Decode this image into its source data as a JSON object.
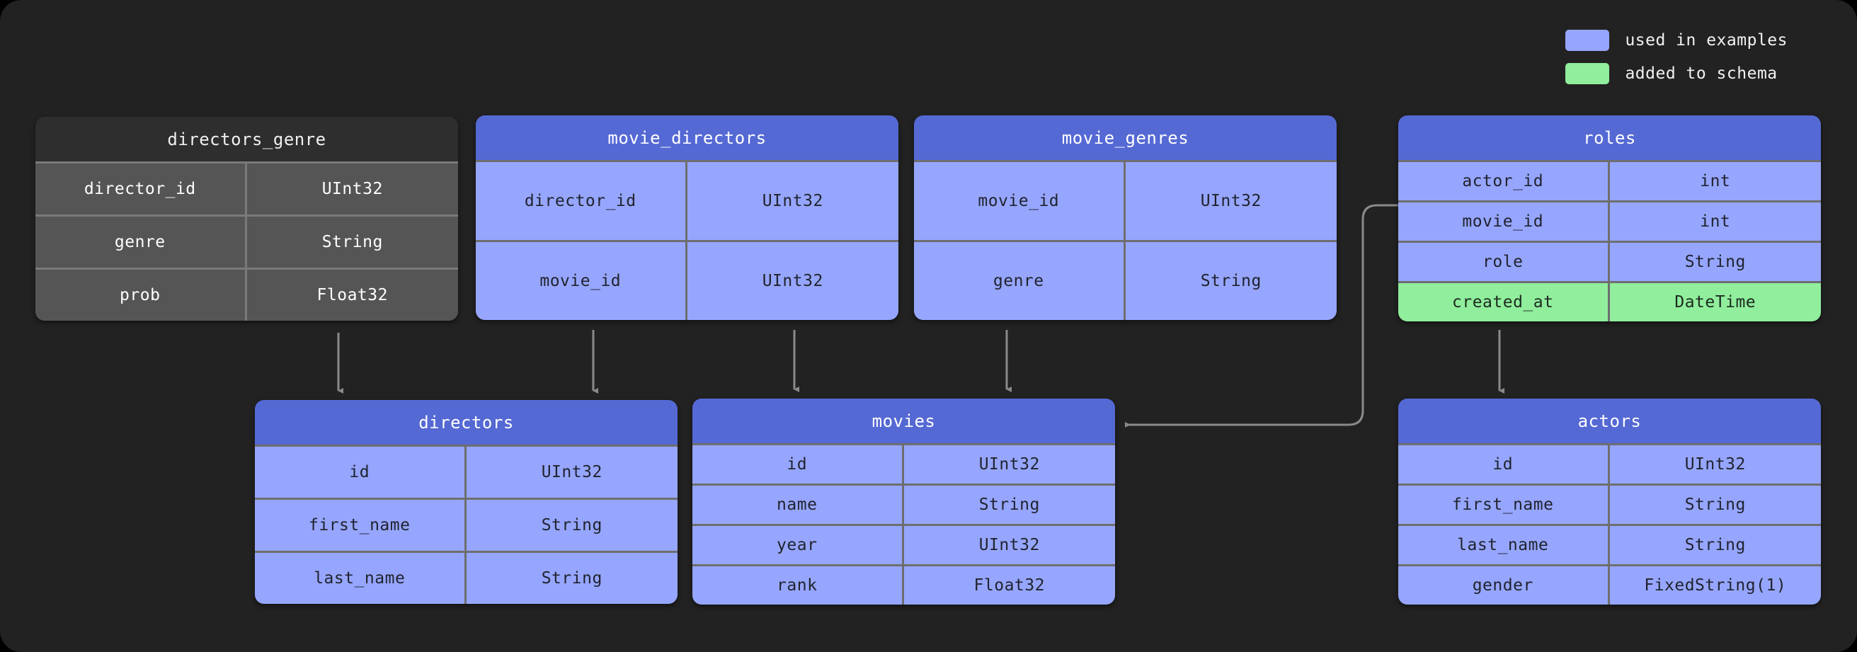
{
  "legend": {
    "items": [
      {
        "label": "used in examples",
        "color": "#96a6fe",
        "swatch_name": "legend-swatch-used-in-examples"
      },
      {
        "label": "added to schema",
        "color": "#90ee9c",
        "swatch_name": "legend-swatch-added-to-schema"
      }
    ]
  },
  "diagram": {
    "type": "database-schema-erd",
    "background": "#222222",
    "tables": [
      {
        "name": "directors_genre",
        "highlight": "none",
        "columns": [
          {
            "name": "director_id",
            "type": "UInt32",
            "highlight": "none"
          },
          {
            "name": "genre",
            "type": "String",
            "highlight": "none"
          },
          {
            "name": "prob",
            "type": "Float32",
            "highlight": "none"
          }
        ]
      },
      {
        "name": "movie_directors",
        "highlight": "used",
        "columns": [
          {
            "name": "director_id",
            "type": "UInt32",
            "highlight": "used"
          },
          {
            "name": "movie_id",
            "type": "UInt32",
            "highlight": "used"
          }
        ]
      },
      {
        "name": "movie_genres",
        "highlight": "used",
        "columns": [
          {
            "name": "movie_id",
            "type": "UInt32",
            "highlight": "used"
          },
          {
            "name": "genre",
            "type": "String",
            "highlight": "used"
          }
        ]
      },
      {
        "name": "roles",
        "highlight": "used",
        "columns": [
          {
            "name": "actor_id",
            "type": "int",
            "highlight": "used"
          },
          {
            "name": "movie_id",
            "type": "int",
            "highlight": "used"
          },
          {
            "name": "role",
            "type": "String",
            "highlight": "used"
          },
          {
            "name": "created_at",
            "type": "DateTime",
            "highlight": "added"
          }
        ]
      },
      {
        "name": "directors",
        "highlight": "used",
        "columns": [
          {
            "name": "id",
            "type": "UInt32",
            "highlight": "used"
          },
          {
            "name": "first_name",
            "type": "String",
            "highlight": "used"
          },
          {
            "name": "last_name",
            "type": "String",
            "highlight": "used"
          }
        ]
      },
      {
        "name": "movies",
        "highlight": "used",
        "columns": [
          {
            "name": "id",
            "type": "UInt32",
            "highlight": "used"
          },
          {
            "name": "name",
            "type": "String",
            "highlight": "used"
          },
          {
            "name": "year",
            "type": "UInt32",
            "highlight": "used"
          },
          {
            "name": "rank",
            "type": "Float32",
            "highlight": "used"
          }
        ]
      },
      {
        "name": "actors",
        "highlight": "used",
        "columns": [
          {
            "name": "id",
            "type": "UInt32",
            "highlight": "used"
          },
          {
            "name": "first_name",
            "type": "String",
            "highlight": "used"
          },
          {
            "name": "last_name",
            "type": "String",
            "highlight": "used"
          },
          {
            "name": "gender",
            "type": "FixedString(1)",
            "highlight": "used"
          }
        ]
      }
    ],
    "relations": [
      {
        "from": "directors_genre",
        "to": "directors",
        "style": "straight-down"
      },
      {
        "from": "movie_directors",
        "to": "directors",
        "style": "straight-down"
      },
      {
        "from": "movie_directors",
        "to": "movies",
        "style": "straight-down"
      },
      {
        "from": "movie_genres",
        "to": "movies",
        "style": "straight-down"
      },
      {
        "from": "roles",
        "to": "actors",
        "style": "straight-down"
      },
      {
        "from": "roles",
        "to": "movies",
        "style": "elbow-left"
      }
    ],
    "colors": {
      "header_blue": "#5569d4",
      "body_blue": "#96a6fe",
      "added_green": "#90ee9c",
      "header_gray": "#2e2e2e",
      "body_gray": "#555555",
      "connector": "#8a8a8a"
    }
  }
}
